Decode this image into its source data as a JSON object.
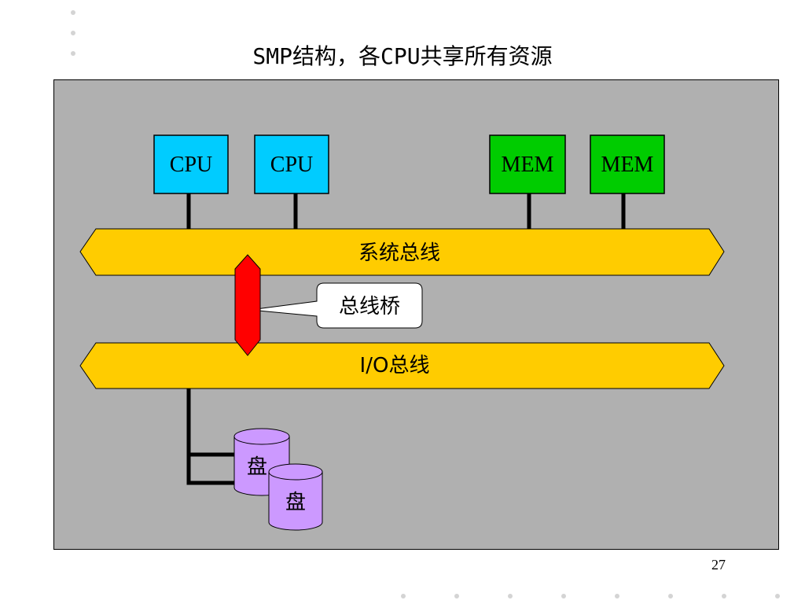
{
  "slide": {
    "title": "SMP结构，各CPU共享所有资源",
    "page_number": "27"
  },
  "diagram": {
    "cpu_labels": [
      "CPU",
      "CPU"
    ],
    "mem_labels": [
      "MEM",
      "MEM"
    ],
    "system_bus_label": "系统总线",
    "bridge_label": "总线桥",
    "io_bus_label": "I/O总线",
    "disk_labels": [
      "盘",
      "盘"
    ],
    "colors": {
      "panel": "#b0b0b0",
      "cpu": "#00ccff",
      "mem": "#00cc00",
      "bus": "#ffcc00",
      "bridge": "#ff0000",
      "disk": "#cc99ff"
    }
  }
}
